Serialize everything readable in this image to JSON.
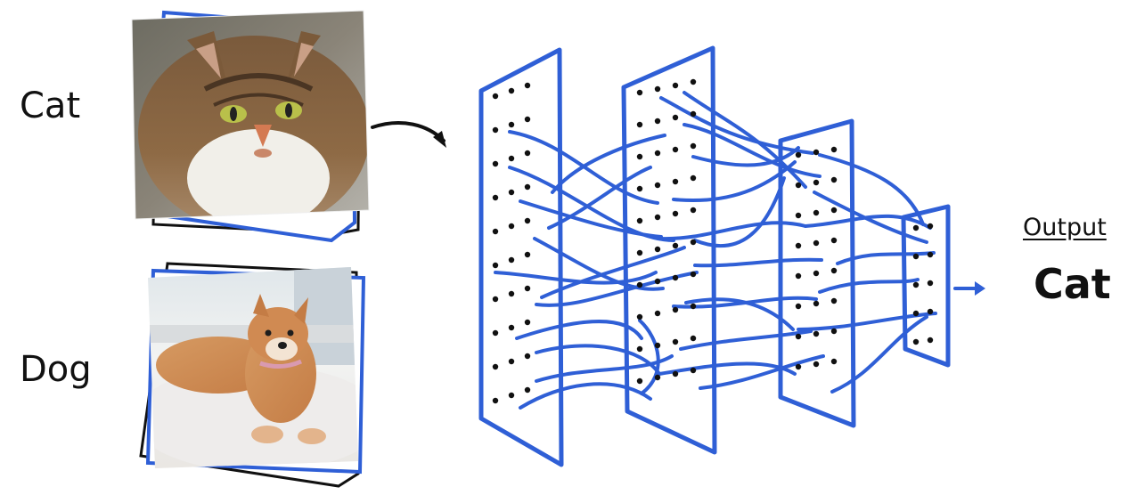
{
  "inputs": [
    {
      "label": "Cat",
      "image": "photo-of-tabby-cat"
    },
    {
      "label": "Dog",
      "image": "photo-of-shiba-inu-dog"
    }
  ],
  "output": {
    "heading": "Output",
    "value": "Cat"
  },
  "colors": {
    "network": "#2f5fd6",
    "node": "#111111",
    "frame": "#111111",
    "text": "#111111"
  }
}
